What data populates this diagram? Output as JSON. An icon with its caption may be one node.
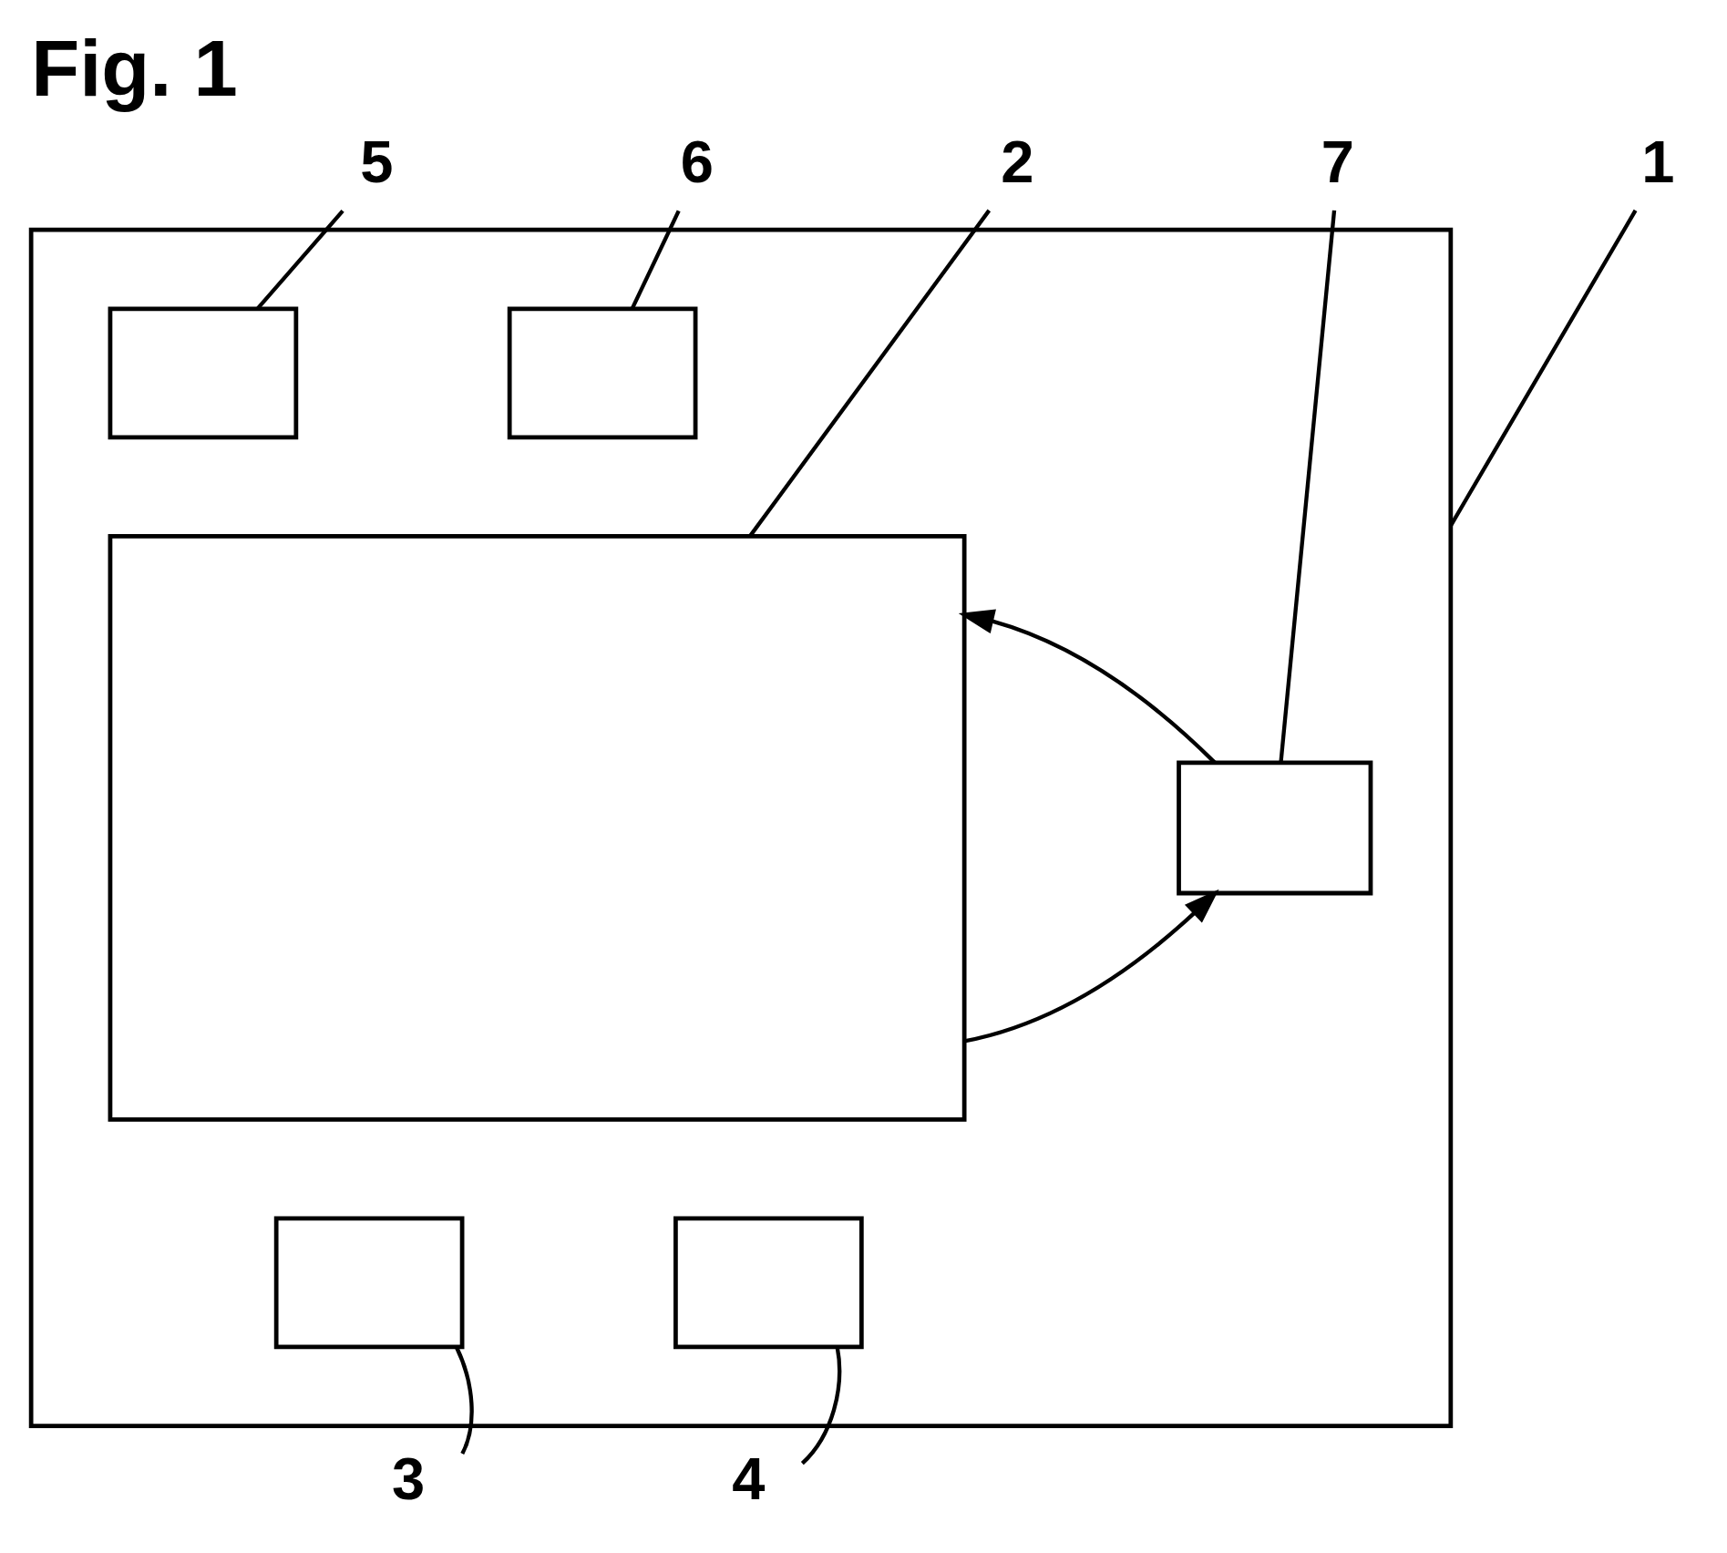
{
  "diagram": {
    "title": "Fig. 1",
    "nodes": [
      {
        "text": [
          "1"
        ]
      },
      {
        "text": [
          "5"
        ]
      },
      {
        "text": [
          "6"
        ]
      },
      {
        "text": [
          "2"
        ]
      },
      {
        "text": [
          "7"
        ]
      },
      {
        "text": [],
        "shape": "box"
      },
      {
        "text": [],
        "shape": "box",
        "in": 5
      },
      {
        "text": [],
        "shape": "box",
        "in": 5
      },
      {
        "text": [],
        "shape": "box",
        "in": 5
      },
      {
        "text": [],
        "shape": "box",
        "in": 5
      },
      {
        "text": [],
        "shape": "box",
        "in": 5
      },
      {
        "text": [],
        "shape": "box",
        "in": 5
      },
      {
        "text": [
          "3"
        ]
      },
      {
        "text": [
          "4"
        ]
      }
    ],
    "edges": [
      {
        "from": 0,
        "to": 5,
        "arrow": "none"
      },
      {
        "from": 1,
        "to": 6,
        "arrow": "none"
      },
      {
        "from": 2,
        "to": 7,
        "arrow": "none"
      },
      {
        "from": 3,
        "to": 8,
        "arrow": "none"
      },
      {
        "from": 4,
        "to": 9,
        "arrow": "none"
      },
      {
        "from": 8,
        "to": 9,
        "arrow": "to"
      },
      {
        "from": 9,
        "to": 8,
        "arrow": "to"
      },
      {
        "from": 12,
        "to": 10,
        "arrow": "none"
      },
      {
        "from": 13,
        "to": 11,
        "arrow": "none"
      }
    ]
  }
}
